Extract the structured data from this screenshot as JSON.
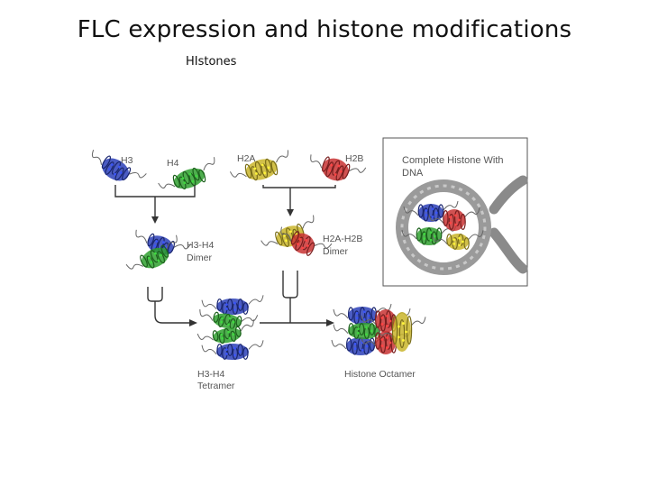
{
  "slide": {
    "title": "FLC expression and histone modifications",
    "subtitle": "HIstones"
  },
  "figure": {
    "labels": {
      "h3": "H3",
      "h4": "H4",
      "h2a": "H2A",
      "h2b": "H2B",
      "h3h4_dimer_line1": "H3-H4",
      "h3h4_dimer_line2": "Dimer",
      "h2ah2b_dimer_line1": "H2A-H2B",
      "h2ah2b_dimer_line2": "Dimer",
      "tetramer_line1": "H3-H4",
      "tetramer_line2": "Tetramer",
      "octamer": "Histone Octamer",
      "panel_line1": "Complete Histone With",
      "panel_line2": "DNA"
    },
    "colors": {
      "h3": "#2b3fb8",
      "h4": "#2fa02f",
      "h2a": "#c9b52a",
      "h2b": "#c83232",
      "tail": "#666666",
      "dna": "#9a9a9a",
      "arrow": "#333333"
    }
  }
}
